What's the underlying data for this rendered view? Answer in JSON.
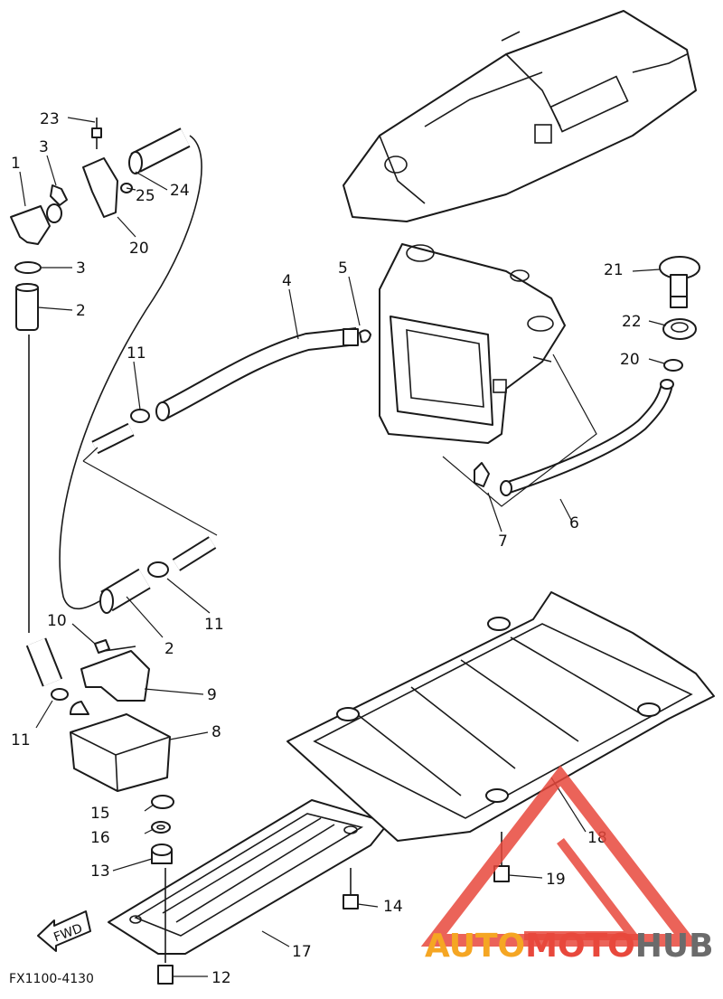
{
  "diagram": {
    "code": "FX1100-4130",
    "fwd_label": "FWD",
    "labels": {
      "l1": "1",
      "l2a": "2",
      "l2b": "2",
      "l3a": "3",
      "l3b": "3",
      "l4": "4",
      "l5": "5",
      "l6": "6",
      "l7": "7",
      "l8": "8",
      "l9": "9",
      "l10": "10",
      "l11a": "11",
      "l11b": "11",
      "l11c": "11",
      "l12": "12",
      "l13": "13",
      "l14": "14",
      "l15": "15",
      "l16": "16",
      "l17": "17",
      "l18": "18",
      "l19": "19",
      "l20a": "20",
      "l20b": "20",
      "l21": "21",
      "l22": "22",
      "l23": "23",
      "l24": "24",
      "l25": "25"
    }
  },
  "watermark": {
    "auto": "AUTO",
    "moto": "MOTO",
    "hub": "HUB",
    "colors": {
      "orange": "#f5a623",
      "red": "#e8483c",
      "gray": "#6b6b6b"
    }
  }
}
